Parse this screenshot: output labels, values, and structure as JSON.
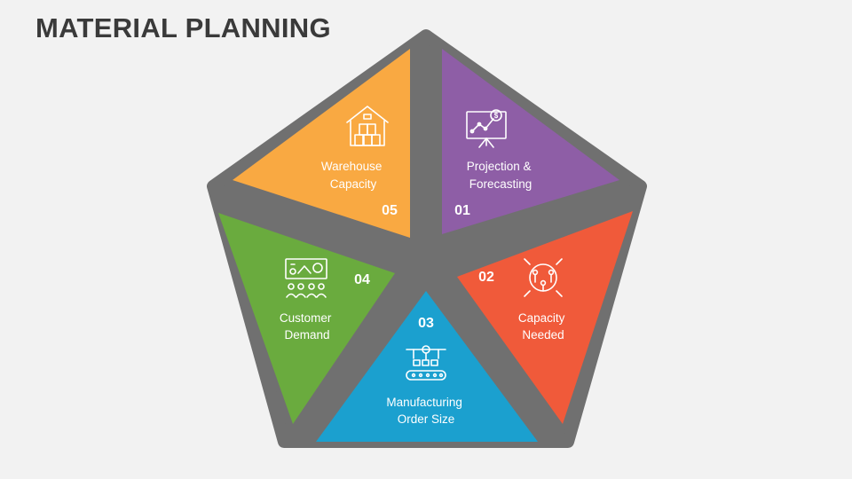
{
  "title": "MATERIAL PLANNING",
  "segments": [
    {
      "number": "01",
      "label_lines": [
        "Projection &",
        "Forecasting"
      ],
      "color": "#8e5ea6",
      "icon": "presentation-chart-icon"
    },
    {
      "number": "02",
      "label_lines": [
        "Capacity",
        "Needed"
      ],
      "color": "#f05a3a",
      "icon": "capacity-people-icon"
    },
    {
      "number": "03",
      "label_lines": [
        "Manufacturing",
        "Order Size"
      ],
      "color": "#1ba0cf",
      "icon": "conveyor-icon"
    },
    {
      "number": "04",
      "label_lines": [
        "Customer",
        "Demand"
      ],
      "color": "#6aab3e",
      "icon": "customer-demand-icon"
    },
    {
      "number": "05",
      "label_lines": [
        "Warehouse",
        "Capacity"
      ],
      "color": "#f9a942",
      "icon": "warehouse-icon"
    }
  ],
  "frame_color": "#707070"
}
